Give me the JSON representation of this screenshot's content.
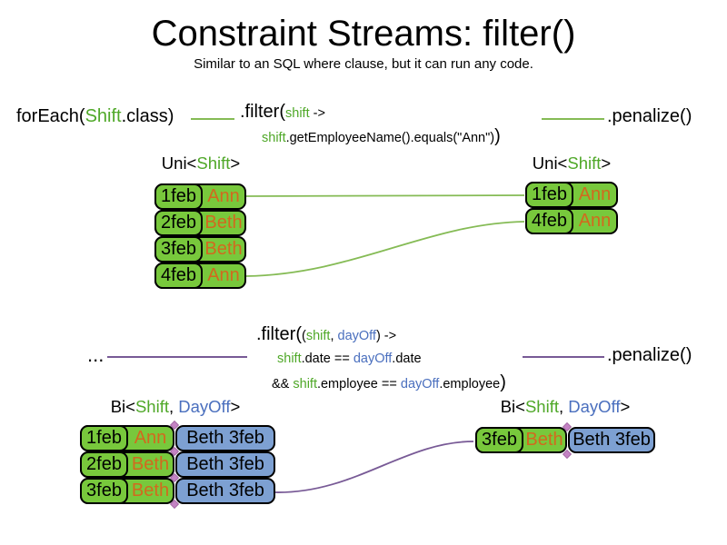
{
  "title": "Constraint Streams: filter()",
  "subtitle": "Similar to an SQL where clause, but it can run any code.",
  "colors": {
    "text_green": "#4fa828",
    "text_blue": "#4a6fbe",
    "text_orange": "#d2691e",
    "cell_green": "#78c83c",
    "cell_blue": "#7da0d2",
    "line_green": "#85bb55",
    "line_purple": "#785a96",
    "diamond": "#c383c3"
  },
  "section1": {
    "foreach_pre": "forEach(",
    "foreach_type": "Shift",
    "foreach_post": ".class)",
    "filter_open": ".filter(",
    "filter_arg": "shift",
    "filter_arrow": " ->",
    "body_var": "shift",
    "body_expr": ".getEmployeeName().equals(\"Ann\")",
    "body_close": ")",
    "penalize": ".penalize()",
    "left_label_pre": "Uni<",
    "left_label_type": "Shift",
    "left_label_post": ">",
    "right_label_pre": "Uni<",
    "right_label_type": "Shift",
    "right_label_post": ">",
    "left_rows": [
      {
        "date": "1feb",
        "name": "Ann"
      },
      {
        "date": "2feb",
        "name": "Beth"
      },
      {
        "date": "3feb",
        "name": "Beth"
      },
      {
        "date": "4feb",
        "name": "Ann"
      }
    ],
    "right_rows": [
      {
        "date": "1feb",
        "name": "Ann"
      },
      {
        "date": "4feb",
        "name": "Ann"
      }
    ]
  },
  "section2": {
    "ellipsis": "...",
    "filter_open": ".filter(",
    "filter_open2": "(",
    "filter_arg1": "shift",
    "filter_sep": ", ",
    "filter_arg2": "dayOff",
    "filter_close": ") ->",
    "line1_var1": "shift",
    "line1_mid": ".date == ",
    "line1_var2": "dayOff",
    "line1_end": ".date",
    "line2_amp": "&& ",
    "line2_var1": "shift",
    "line2_mid": ".employee == ",
    "line2_var2": "dayOff",
    "line2_end": ".employee",
    "line2_close": ")",
    "penalize": ".penalize()",
    "left_label_pre": "Bi<",
    "left_label_t1": "Shift",
    "left_label_sep": ", ",
    "left_label_t2": "DayOff",
    "left_label_post": ">",
    "right_label_pre": "Bi<",
    "right_label_t1": "Shift",
    "right_label_sep": ", ",
    "right_label_t2": "DayOff",
    "right_label_post": ">",
    "left_rows": [
      {
        "date": "1feb",
        "name": "Ann",
        "pair": "Beth 3feb"
      },
      {
        "date": "2feb",
        "name": "Beth",
        "pair": "Beth 3feb"
      },
      {
        "date": "3feb",
        "name": "Beth",
        "pair": "Beth 3feb"
      }
    ],
    "right_rows": [
      {
        "date": "3feb",
        "name": "Beth",
        "pair": "Beth 3feb"
      }
    ]
  }
}
